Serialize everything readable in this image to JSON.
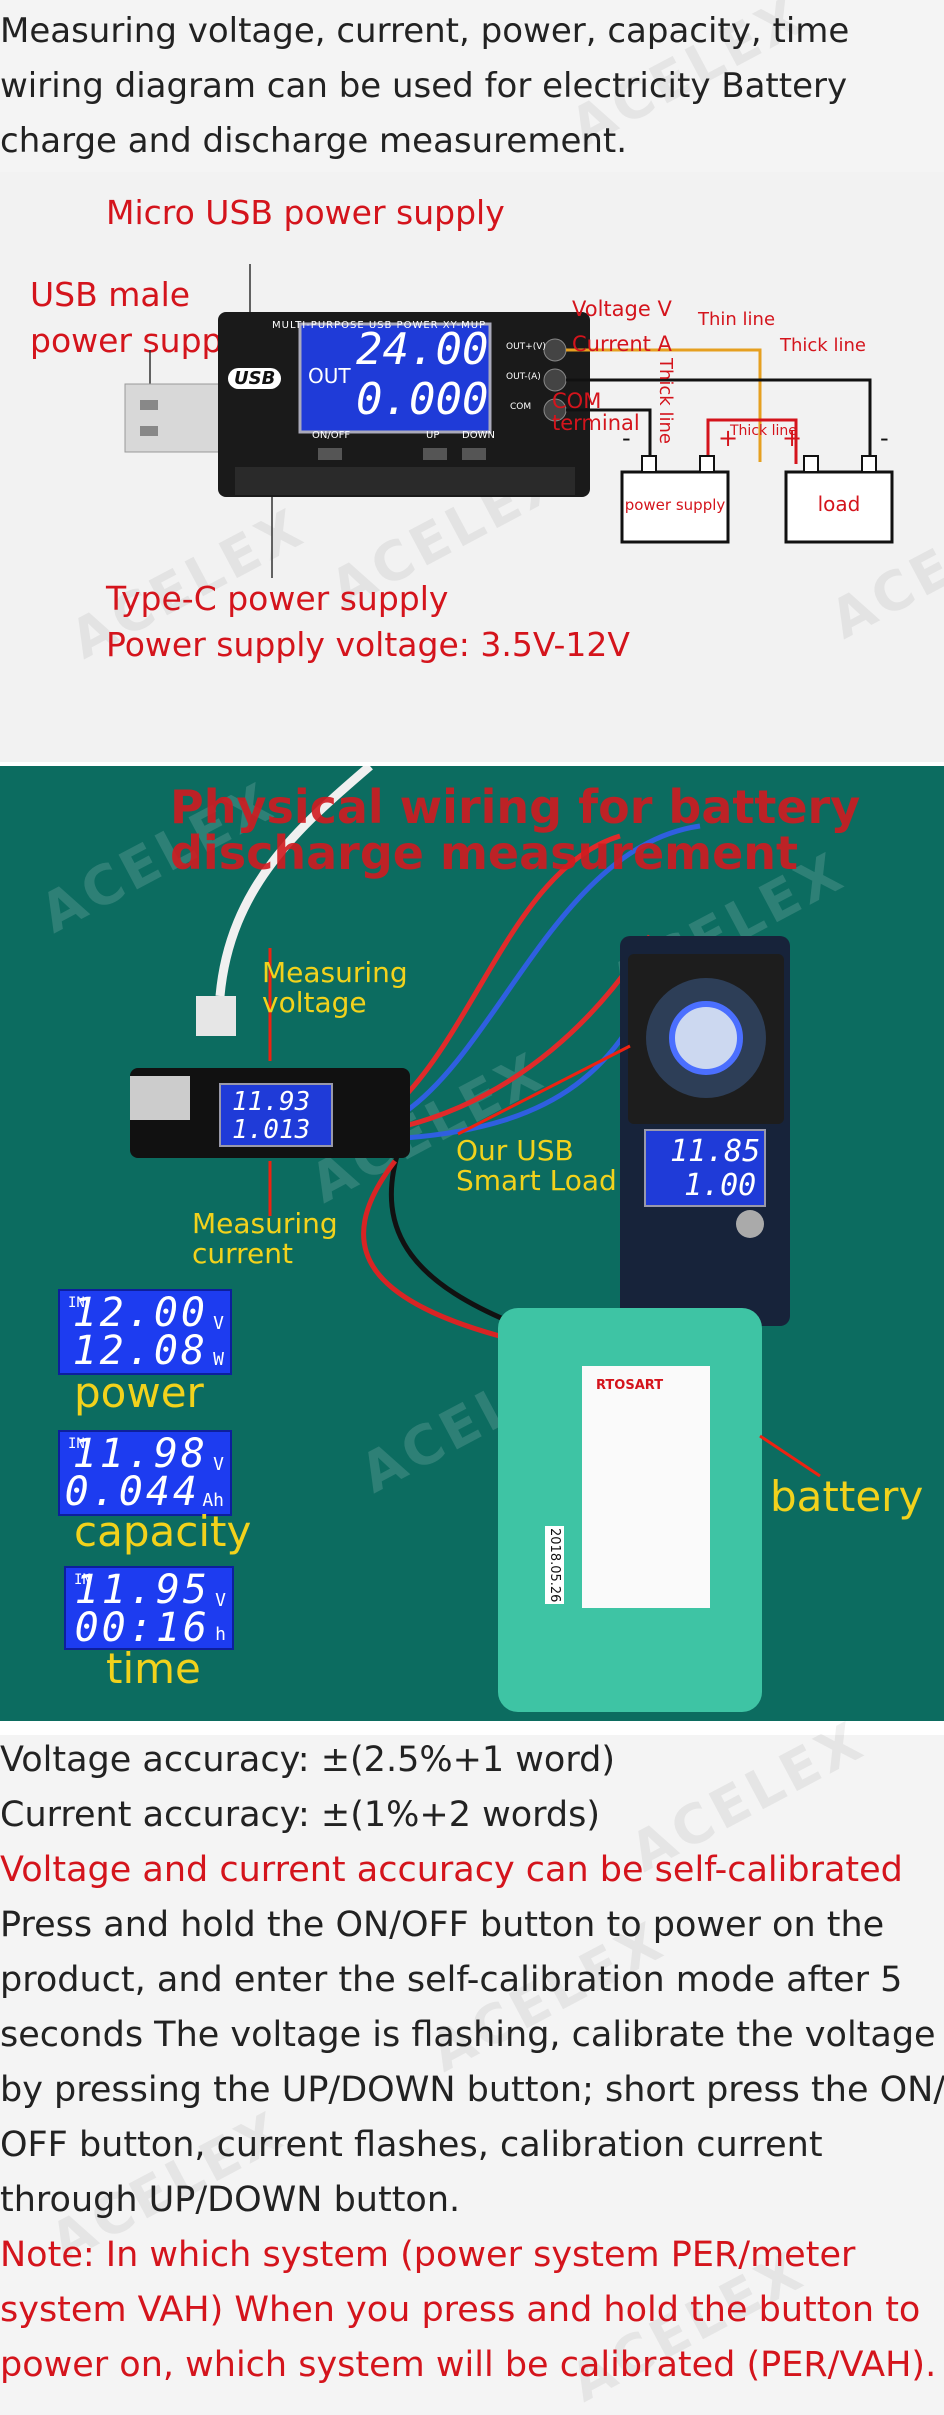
{
  "intro": {
    "line1": "Measuring voltage, current, power, capacity, time",
    "line2": "wiring diagram can be used for electricity Battery",
    "line3": "charge and discharge measurement."
  },
  "watermark": "ACELEX",
  "wiring": {
    "micro_usb": "Micro USB power supply",
    "usb_male_1": "USB male",
    "usb_male_2": "power supply",
    "device_header": "MULTI-PURPOSE USB POWER XY-MUP",
    "device_out": "OUT",
    "device_v": "24.00",
    "device_a": "0.000",
    "usb_logo": "USB",
    "btn_onoff": "ON/OFF",
    "btn_up": "UP",
    "btn_down": "DOWN",
    "term_out_v": "OUT+(V)",
    "term_out_a": "OUT-(A)",
    "term_com": "COM",
    "voltage_v": "Voltage V",
    "current_a": "Current A",
    "com_1": "COM",
    "com_2": "terminal",
    "thin_line": "Thin line",
    "thick_line_top": "Thick line",
    "thick_line_vert": "Thick line",
    "thick_line_small": "Thick line",
    "power_supply": "power supply",
    "load": "load",
    "minus": "-",
    "plus": "+",
    "typec": "Type-C power supply",
    "voltage_range": "Power supply voltage: 3.5V-12V"
  },
  "photo": {
    "title1": "Physical wiring for battery",
    "title2": "discharge measurement",
    "measuring_voltage_1": "Measuring",
    "measuring_voltage_2": "voltage",
    "measuring_current_1": "Measuring",
    "measuring_current_2": "current",
    "our_usb_1": "Our USB",
    "our_usb_2": "Smart Load",
    "battery": "battery",
    "meter_v": "11.93",
    "meter_a": "1.013",
    "load_v": "11.85",
    "load_a": "1.00",
    "battery_date": "2018.05.26",
    "battery_brand": "RTOSART",
    "lcd_in": "IN",
    "panels": [
      {
        "r1": "12.00",
        "u1": "V",
        "r2": "12.08",
        "u2": "W",
        "label": "power"
      },
      {
        "r1": "11.98",
        "u1": "V",
        "r2": "0.044",
        "u2": "Ah",
        "label": "capacity"
      },
      {
        "r1": "11.95",
        "u1": "V",
        "r2": "00:16",
        "u2": "h",
        "label": "time"
      }
    ]
  },
  "text": {
    "l1": "Voltage accuracy: ±(2.5%+1 word)",
    "l2": "Current accuracy: ±(1%+2 words)",
    "l3": "Voltage and current accuracy can be self-calibrated",
    "l4": "Press and hold the ON/OFF button to power on the",
    "l5": "product, and enter the self-calibration mode after 5",
    "l6": "seconds The voltage is flashing, calibrate the voltage",
    "l7": "by pressing the UP/DOWN button; short press the ON/",
    "l8": "OFF button, current flashes, calibration current",
    "l9": "through UP/DOWN button.",
    "l10": "Note: In which system (power system PER/meter",
    "l11": "system VAH) When you press and hold the button to",
    "l12": "power on, which system will be calibrated (PER/VAH)."
  }
}
